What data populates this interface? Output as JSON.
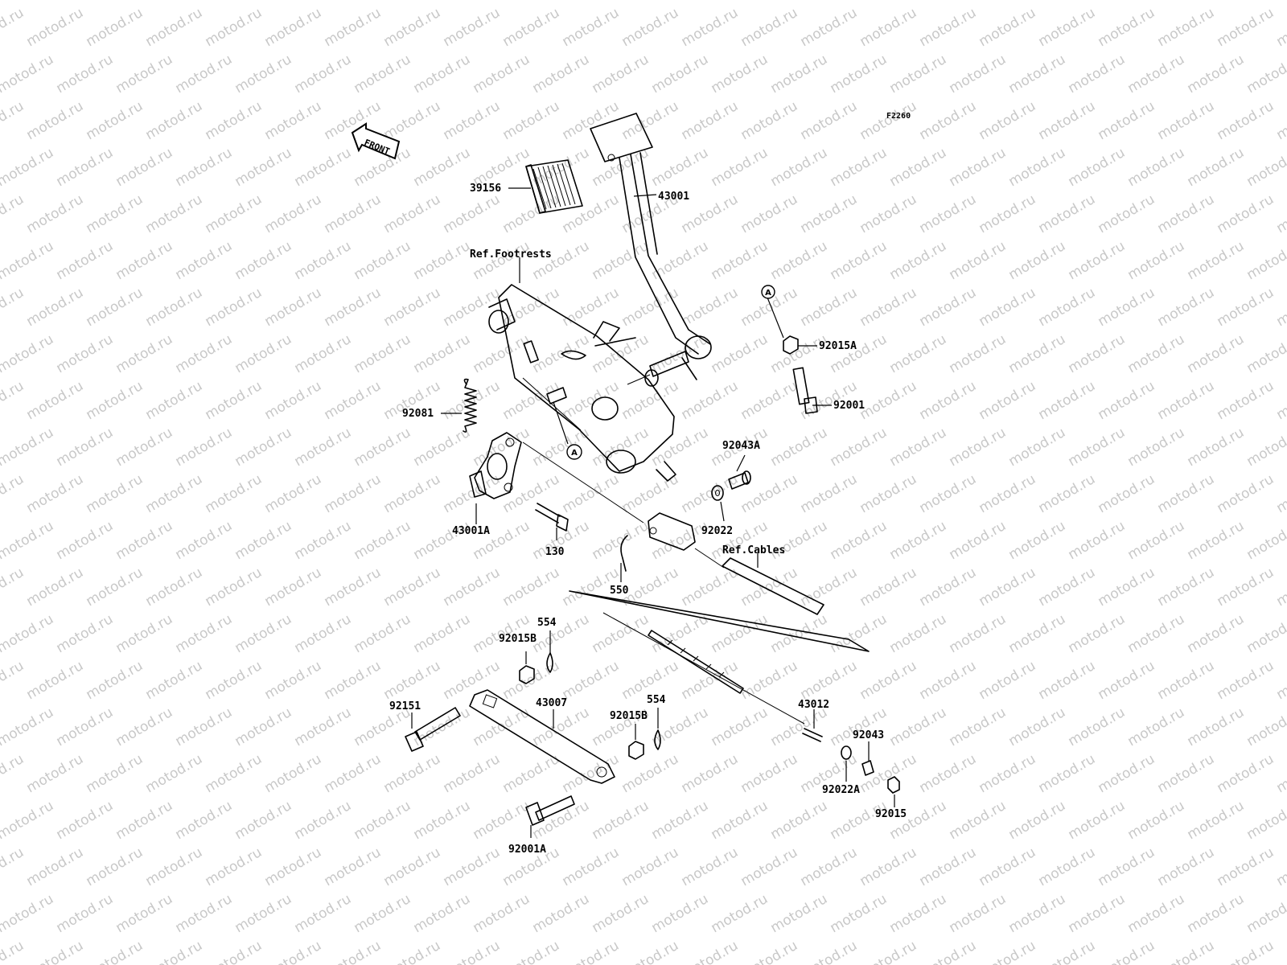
{
  "figure_code": "F2260",
  "front_label": "FRONT",
  "watermark": "motod.ru",
  "labels": {
    "p39156": "39156",
    "p43001": "43001",
    "ref_footrests": "Ref.Footrests",
    "p92081": "92081",
    "circle_a": "A",
    "p92015A": "92015A",
    "p92001": "92001",
    "p92043A": "92043A",
    "p43001A": "43001A",
    "p130": "130",
    "p92022": "92022",
    "ref_cables": "Ref.Cables",
    "p550": "550",
    "p554_top": "554",
    "p92015B_top": "92015B",
    "p92151": "92151",
    "p43007": "43007",
    "p554_mid": "554",
    "p92015B_mid": "92015B",
    "p43012": "43012",
    "p92043": "92043",
    "p92022A": "92022A",
    "p92015": "92015",
    "p92001A": "92001A"
  }
}
